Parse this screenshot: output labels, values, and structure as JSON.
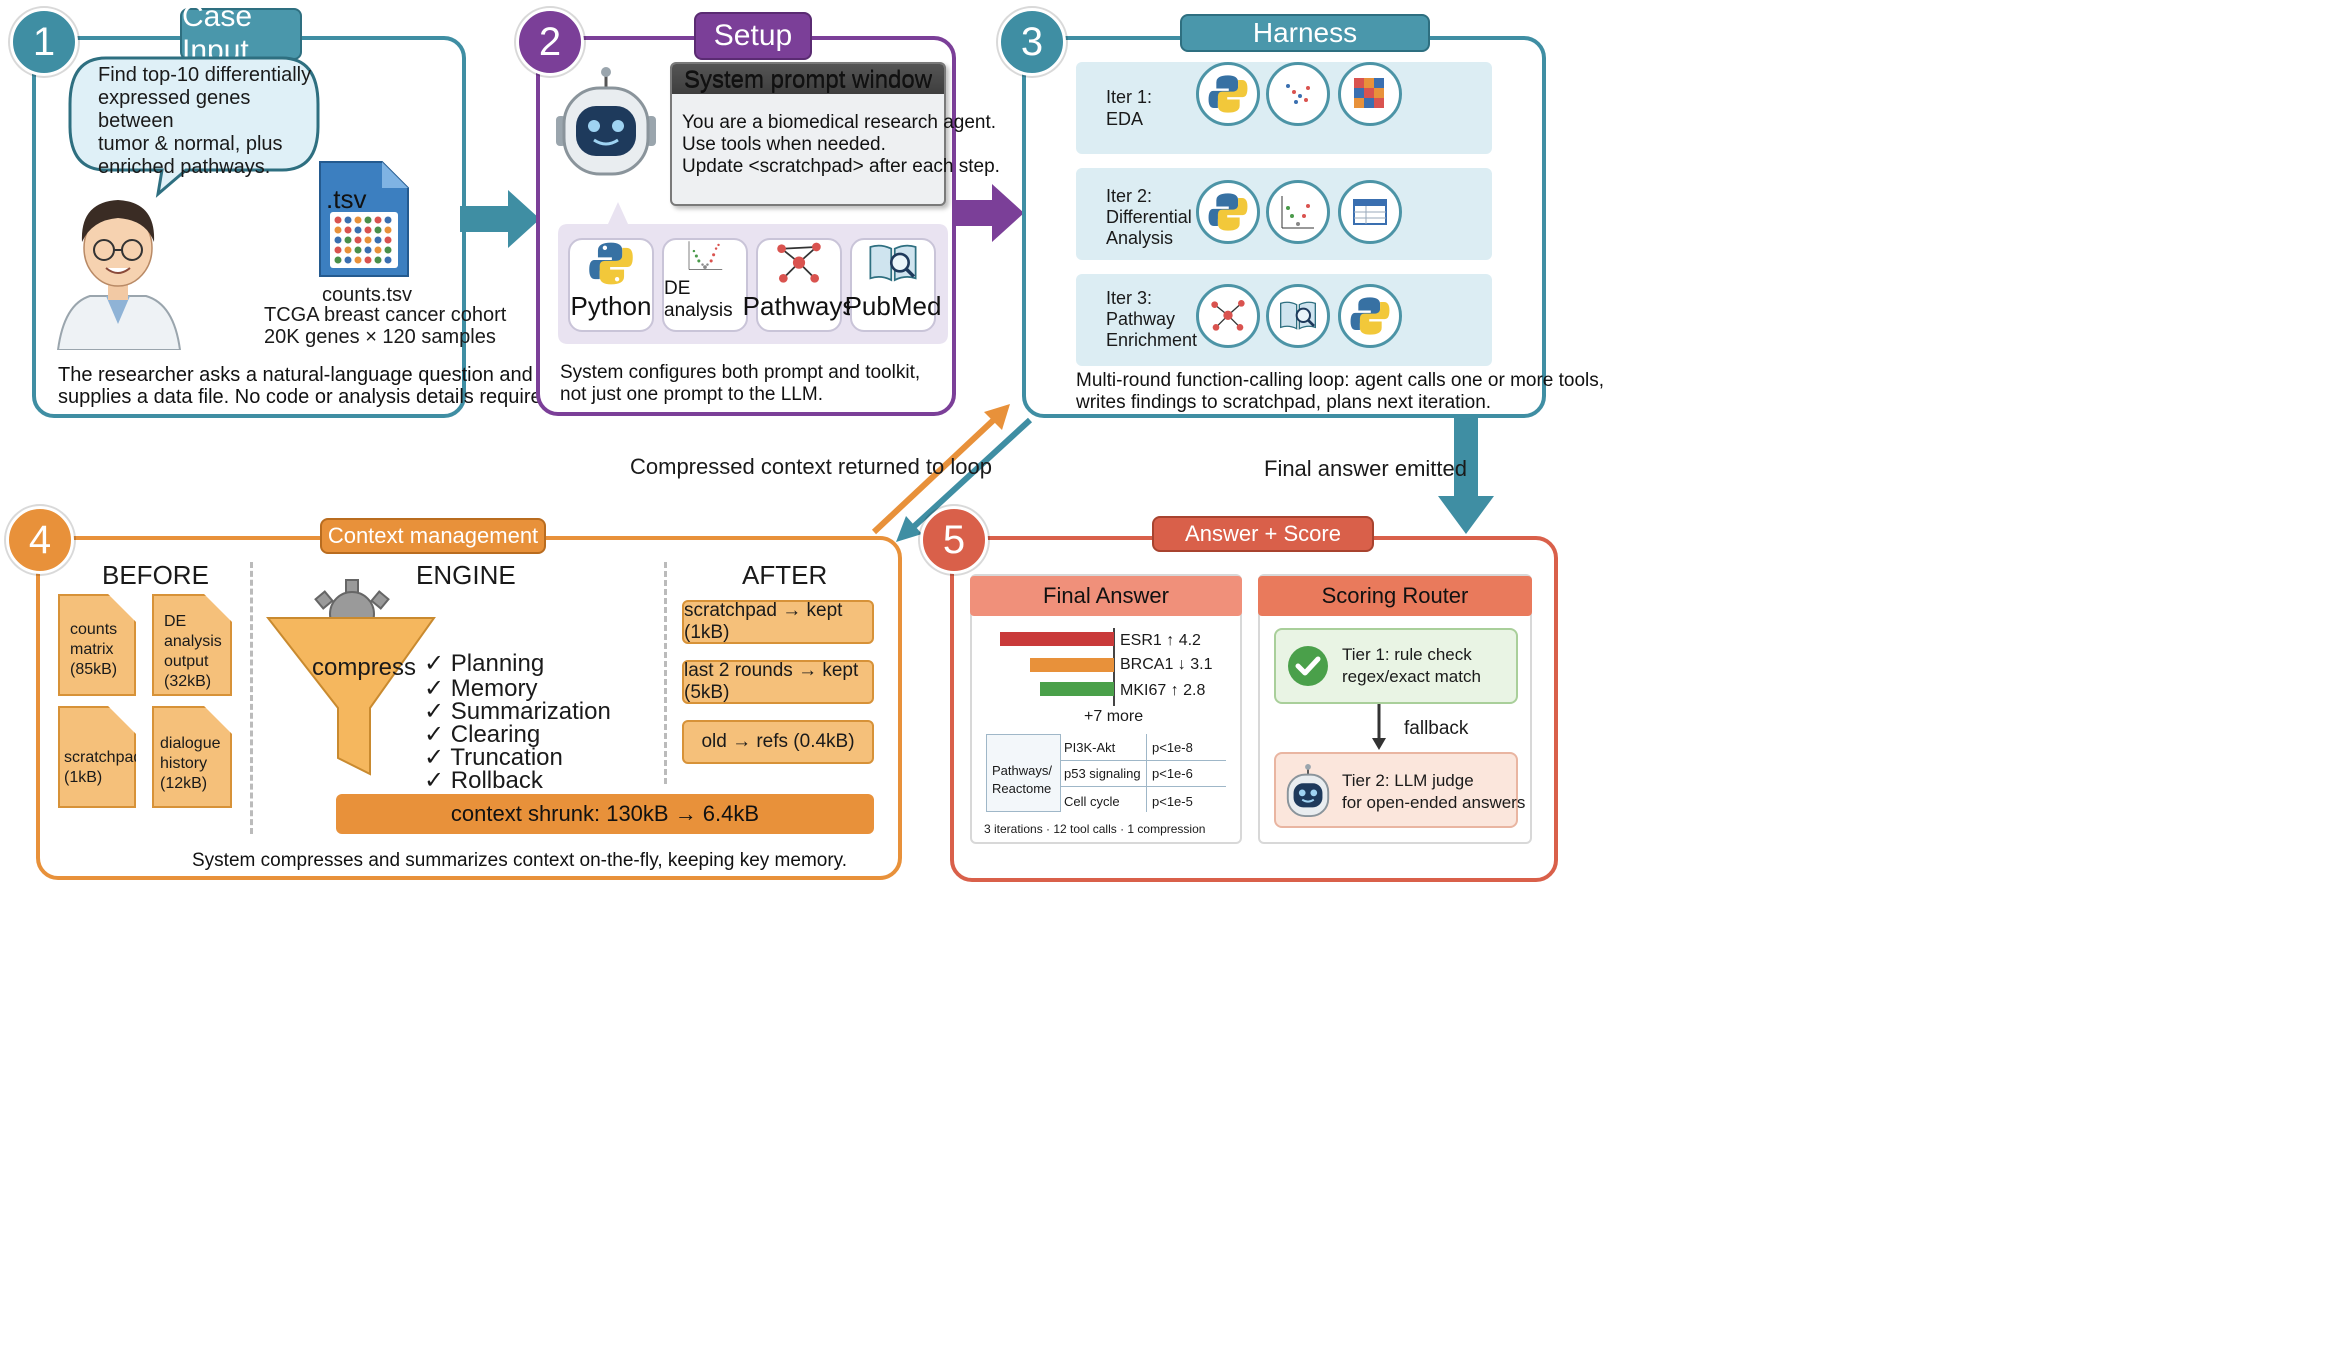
{
  "steps": {
    "s1": {
      "num": "1",
      "tab": "Case Input",
      "bubble": [
        "Find top-10 differentially",
        "expressed genes between",
        "tumor & normal, plus",
        "enriched pathways."
      ],
      "file_ext": ".tsv",
      "file_name": "counts.tsv",
      "file_desc1": "TCGA breast cancer cohort",
      "file_desc2": "20K genes × 120 samples",
      "caption1": "The researcher asks a natural-language question and",
      "caption2": "supplies a data file. No code or analysis details required."
    },
    "s2": {
      "num": "2",
      "tab": "Setup",
      "window_title": "System prompt window",
      "window_lines": [
        "You are a biomedical research agent.",
        "Use tools when needed.",
        "Update <scratchpad> after each step."
      ],
      "tools": [
        "Python",
        "DE analysis",
        "Pathways",
        "PubMed"
      ],
      "caption1": "System configures both prompt and toolkit,",
      "caption2": "not just one prompt to the LLM."
    },
    "s3": {
      "num": "3",
      "tab": "Harness",
      "iters": [
        [
          "Iter 1:",
          "EDA"
        ],
        [
          "Iter 2:",
          "Differential",
          "Analysis"
        ],
        [
          "Iter 3:",
          "Pathway",
          "Enrichment"
        ]
      ],
      "caption1": "Multi-round function-calling loop: agent calls one or more tools,",
      "caption2": "writes findings to scratchpad, plans next iteration."
    },
    "s4": {
      "num": "4",
      "tab": "Context management",
      "before": "BEFORE",
      "engine": "ENGINE",
      "after": "AFTER",
      "docs": [
        [
          "counts",
          "matrix",
          "(85kB)"
        ],
        [
          "DE",
          "analysis",
          "output",
          "(32kB)"
        ],
        [
          "scratchpad",
          "(1kB)"
        ],
        [
          "dialogue",
          "history",
          "(12kB)"
        ]
      ],
      "funnel_label": "compress",
      "checks": [
        "Planning",
        "Memory",
        "Summarization",
        "Clearing",
        "Truncation",
        "Rollback"
      ],
      "after_items": [
        "scratchpad → kept (1kB)",
        "last 2 rounds → kept (5kB)",
        "old → refs (0.4kB)"
      ],
      "shrunk": "context shrunk: 130kB → 6.4kB",
      "caption": "System compresses and summarizes context on-the-fly, keeping key memory."
    },
    "s5": {
      "num": "5",
      "tab": "Answer + Score",
      "final_title": "Final Answer",
      "genes": [
        "ESR1 ↑ 4.2",
        "BRCA1 ↓ 3.1",
        "MKI67 ↑ 2.8"
      ],
      "more": "+7 more",
      "pathway_label": [
        "Pathways/",
        "Reactome"
      ],
      "pathways": [
        [
          "PI3K-Akt",
          "p<1e-8"
        ],
        [
          "p53 signaling",
          "p<1e-6"
        ],
        [
          "Cell cycle",
          "p<1e-5"
        ]
      ],
      "stats": "3 iterations · 12 tool calls · 1 compression",
      "router_title": "Scoring Router",
      "tier1": [
        "Tier 1: rule check",
        "regex/exact match"
      ],
      "fallback": "fallback",
      "tier2": [
        "Tier 2: LLM judge",
        "for open-ended answers"
      ]
    }
  },
  "arrows": {
    "loop_label": "Compressed context returned to loop",
    "final_label": "Final answer emitted"
  },
  "colors": {
    "teal": "#3f8ea3",
    "purple": "#7b3f98",
    "orange": "#e8913a",
    "red": "#d9604a"
  }
}
